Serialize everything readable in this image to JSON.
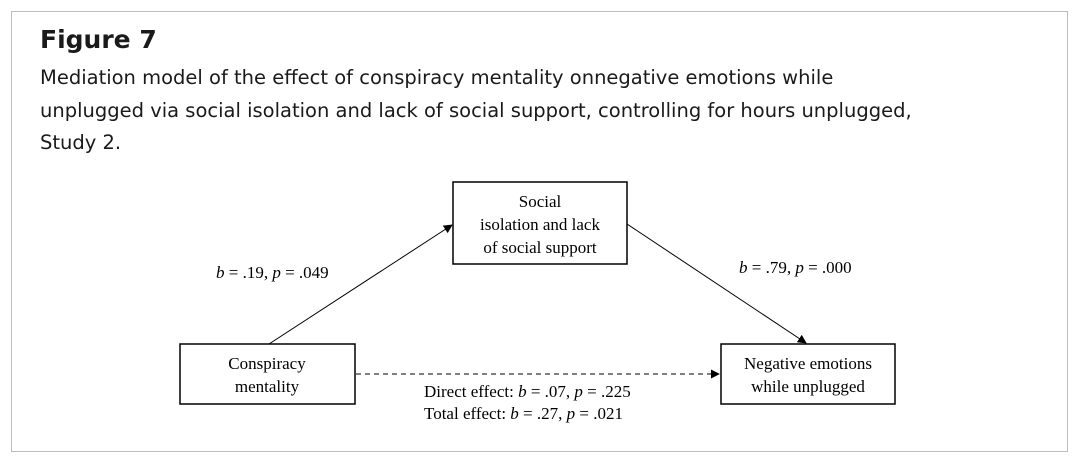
{
  "figure": {
    "title": "Figure 7",
    "caption_lines": [
      "Mediation model of the effect of conspiracy mentality onnegative emotions while",
      "unplugged via social isolation and lack of social support, controlling for hours unplugged,",
      "Study 2."
    ]
  },
  "diagram": {
    "mediator": {
      "lines": [
        "Social",
        "isolation and lack",
        "of social support"
      ]
    },
    "predictor": {
      "lines": [
        "Conspiracy",
        "mentality"
      ]
    },
    "outcome": {
      "lines": [
        "Negative emotions",
        "while unplugged"
      ]
    },
    "path_a": {
      "b_label": "b",
      "b_value": " = .19, ",
      "p_label": "p",
      "p_value": " = .049"
    },
    "path_b": {
      "b_label": "b",
      "b_value": " = .79, ",
      "p_label": "p",
      "p_value": " = .000"
    },
    "direct_effect": {
      "prefix": "Direct effect: ",
      "b_label": "b",
      "b_value": " = .07, ",
      "p_label": "p",
      "p_value": " = .225"
    },
    "total_effect": {
      "prefix": "Total effect: ",
      "b_label": "b",
      "b_value": " = .27, ",
      "p_label": "p",
      "p_value": " = .021"
    }
  }
}
